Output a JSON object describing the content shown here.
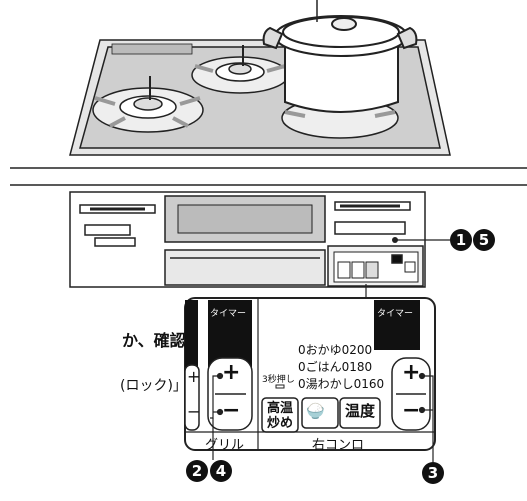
{
  "left_text": {
    "line1": "か、確認",
    "line2": "(ロック)」"
  },
  "panel": {
    "timer_left": "タイマー",
    "timer_right": "タイマー",
    "three_sec": "3秒押し",
    "menu": [
      "0おかゆ0200",
      "0ごはん0180",
      "0湯わかし0160"
    ],
    "koon_top": "高温",
    "koon_bottom": "炒め",
    "ondo": "温度",
    "guriru": "グリル",
    "migi_konro": "右コンロ",
    "plus": "+",
    "minus": "−"
  },
  "callouts": {
    "c1": "1",
    "c5": "5",
    "c2": "2",
    "c4": "4",
    "c3": "3"
  },
  "colors": {
    "line": "#222222",
    "panel_black": "#111111",
    "gray_fill": "#c8c8c8",
    "light_gray": "#e6e6e6"
  }
}
